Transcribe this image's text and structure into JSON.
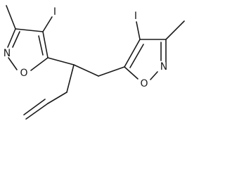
{
  "atoms": {
    "left_iodine": "I",
    "left_nitrogen": "N",
    "left_oxygen": "O",
    "right_iodine": "I",
    "right_nitrogen": "N",
    "right_oxygen": "O"
  }
}
